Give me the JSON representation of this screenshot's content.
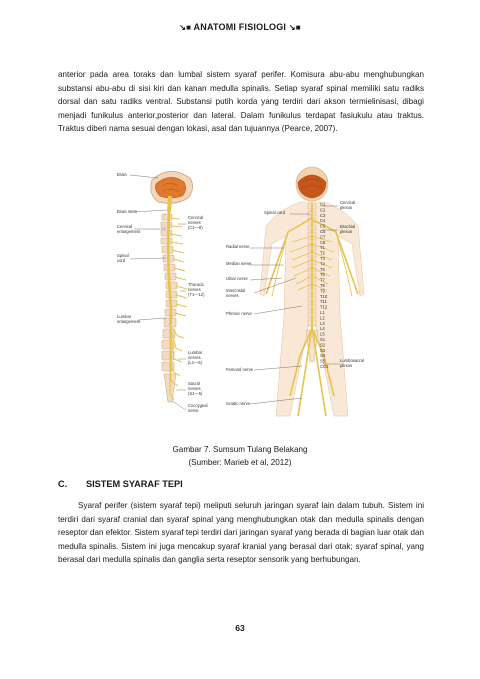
{
  "header": {
    "title": "ANATOMI FISIOLOGI",
    "ornament": "↘■"
  },
  "paragraph1": "anterior pada area toraks dan lumbal sistem syaraf perifer. Komisura abu-abu menghubungkan substansi abu-abu di sisi kiri dan kanan medulla spinalis. Setiap syaraf spinal memiliki satu radiks dorsal dan satu radiks ventral. Substansi putih korda yang terdiri dari akson termielinisasi, dibagi menjadi funikulus anterior,posterior dan lateral. Dalam funikulus terdapat fasiukulu atau traktus. Traktus diberi nama sesuai dengan lokasi, asal dan tujuannya (Pearce, 2007).",
  "figure": {
    "left_labels": {
      "brain": "Brain",
      "brain_stem": "Brain stem",
      "cervical_enlargement_1": "Cervical",
      "cervical_enlargement_2": "enlargement",
      "spinal_cord_1": "Spinal",
      "spinal_cord_2": "cord",
      "lumbar_enlargement_1": "Lumbar",
      "lumbar_enlargement_2": "enlargement",
      "cervical_nerves_1": "Cervical",
      "cervical_nerves_2": "nerves",
      "cervical_nerves_3": "(C1—8)",
      "thoracic_nerves_1": "Thoracic",
      "thoracic_nerves_2": "nerves",
      "thoracic_nerves_3": "(T1—12)",
      "lumbar_nerves_1": "Lumbar",
      "lumbar_nerves_2": "nerves",
      "lumbar_nerves_3": "(L1—5)",
      "sacral_nerves_1": "Sacral",
      "sacral_nerves_2": "nerves",
      "sacral_nerves_3": "(S1—5)",
      "coccygeal_1": "Coccygeal",
      "coccygeal_2": "nerve"
    },
    "right_labels": {
      "spinal_cord": "Spinal cord",
      "radial": "Radial nerve",
      "median": "Median nerve",
      "ulnar": "Ulnar nerve",
      "intercostal_1": "Intercostal",
      "intercostal_2": "nerves",
      "phrenic": "Phrenic nerve",
      "femoral": "Femoral nerve",
      "sciatic": "Sciatic nerve",
      "cervical_plexus_1": "Cervical",
      "cervical_plexus_2": "plexus",
      "brachial_plexus_1": "Brachial",
      "brachial_plexus_2": "plexus",
      "lumbosacral_1": "Lumbosacral",
      "lumbosacral_2": "plexus",
      "cord_levels": [
        "C1",
        "C2",
        "C3",
        "C4",
        "C5",
        "C6",
        "C7",
        "C8",
        "T1",
        "T2",
        "T3",
        "T4",
        "T5",
        "T6",
        "T7",
        "T8",
        "T9",
        "T10",
        "T11",
        "T12",
        "L1",
        "L2",
        "L3",
        "L4",
        "L5",
        "S1",
        "S2",
        "S3",
        "S4",
        "S5",
        "CO1"
      ]
    }
  },
  "caption": {
    "line1": "Gambar 7. Sumsum Tulang Belakang",
    "line2": "(Sumber: Marieb et al, 2012)"
  },
  "section": {
    "number": "C.",
    "title": "SISTEM SYARAF TEPI"
  },
  "paragraph2": "Syaraf perifer (sistem syaraf tepi) meliputi seluruh jaringan syaraf lain dalam tubuh. Sistem ini terdiri dari syaraf cranial dan syaraf spinal yang menghubungkan otak dan medulla spinalis dengan reseptor dan efektor. Sistem syaraf tepi terdiri dari jaringan syaraf yang berada di bagian luar otak dan medulla spinalis. Sistem ini juga mencakup syaraf kranial yang berasal dari otak; syaraf spinal, yang berasal dari medulla spinalis dan ganglia serta reseptor sensorik yang berhubungan.",
  "page_number": "63"
}
